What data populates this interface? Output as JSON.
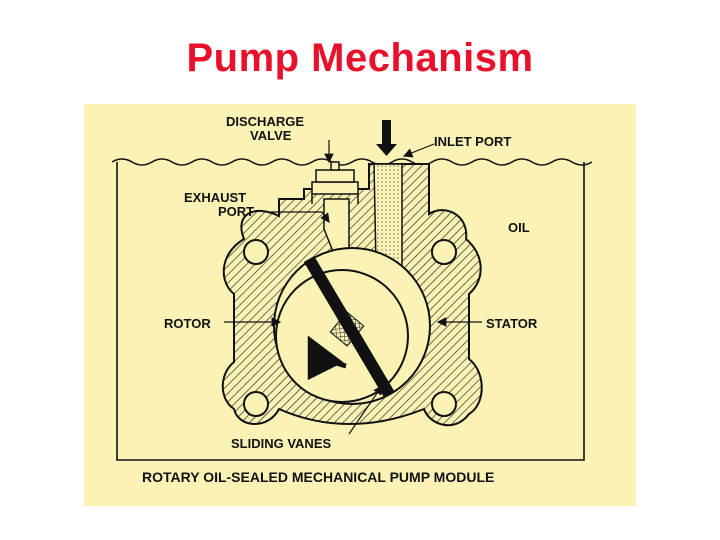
{
  "title": "Pump Mechanism",
  "diagram": {
    "colors": {
      "background": "#fbf3b6",
      "ink": "#111111",
      "title": "#e8102a"
    },
    "labels": {
      "discharge_valve_line1": "DISCHARGE",
      "discharge_valve_line2": "VALVE",
      "inlet_port": "INLET PORT",
      "exhaust_port_line1": "EXHAUST",
      "exhaust_port_line2": "PORT",
      "oil": "OIL",
      "rotor": "ROTOR",
      "stator": "STATOR",
      "sliding_vanes": "SLIDING VANES"
    },
    "caption": "ROTARY OIL-SEALED MECHANICAL PUMP MODULE"
  }
}
